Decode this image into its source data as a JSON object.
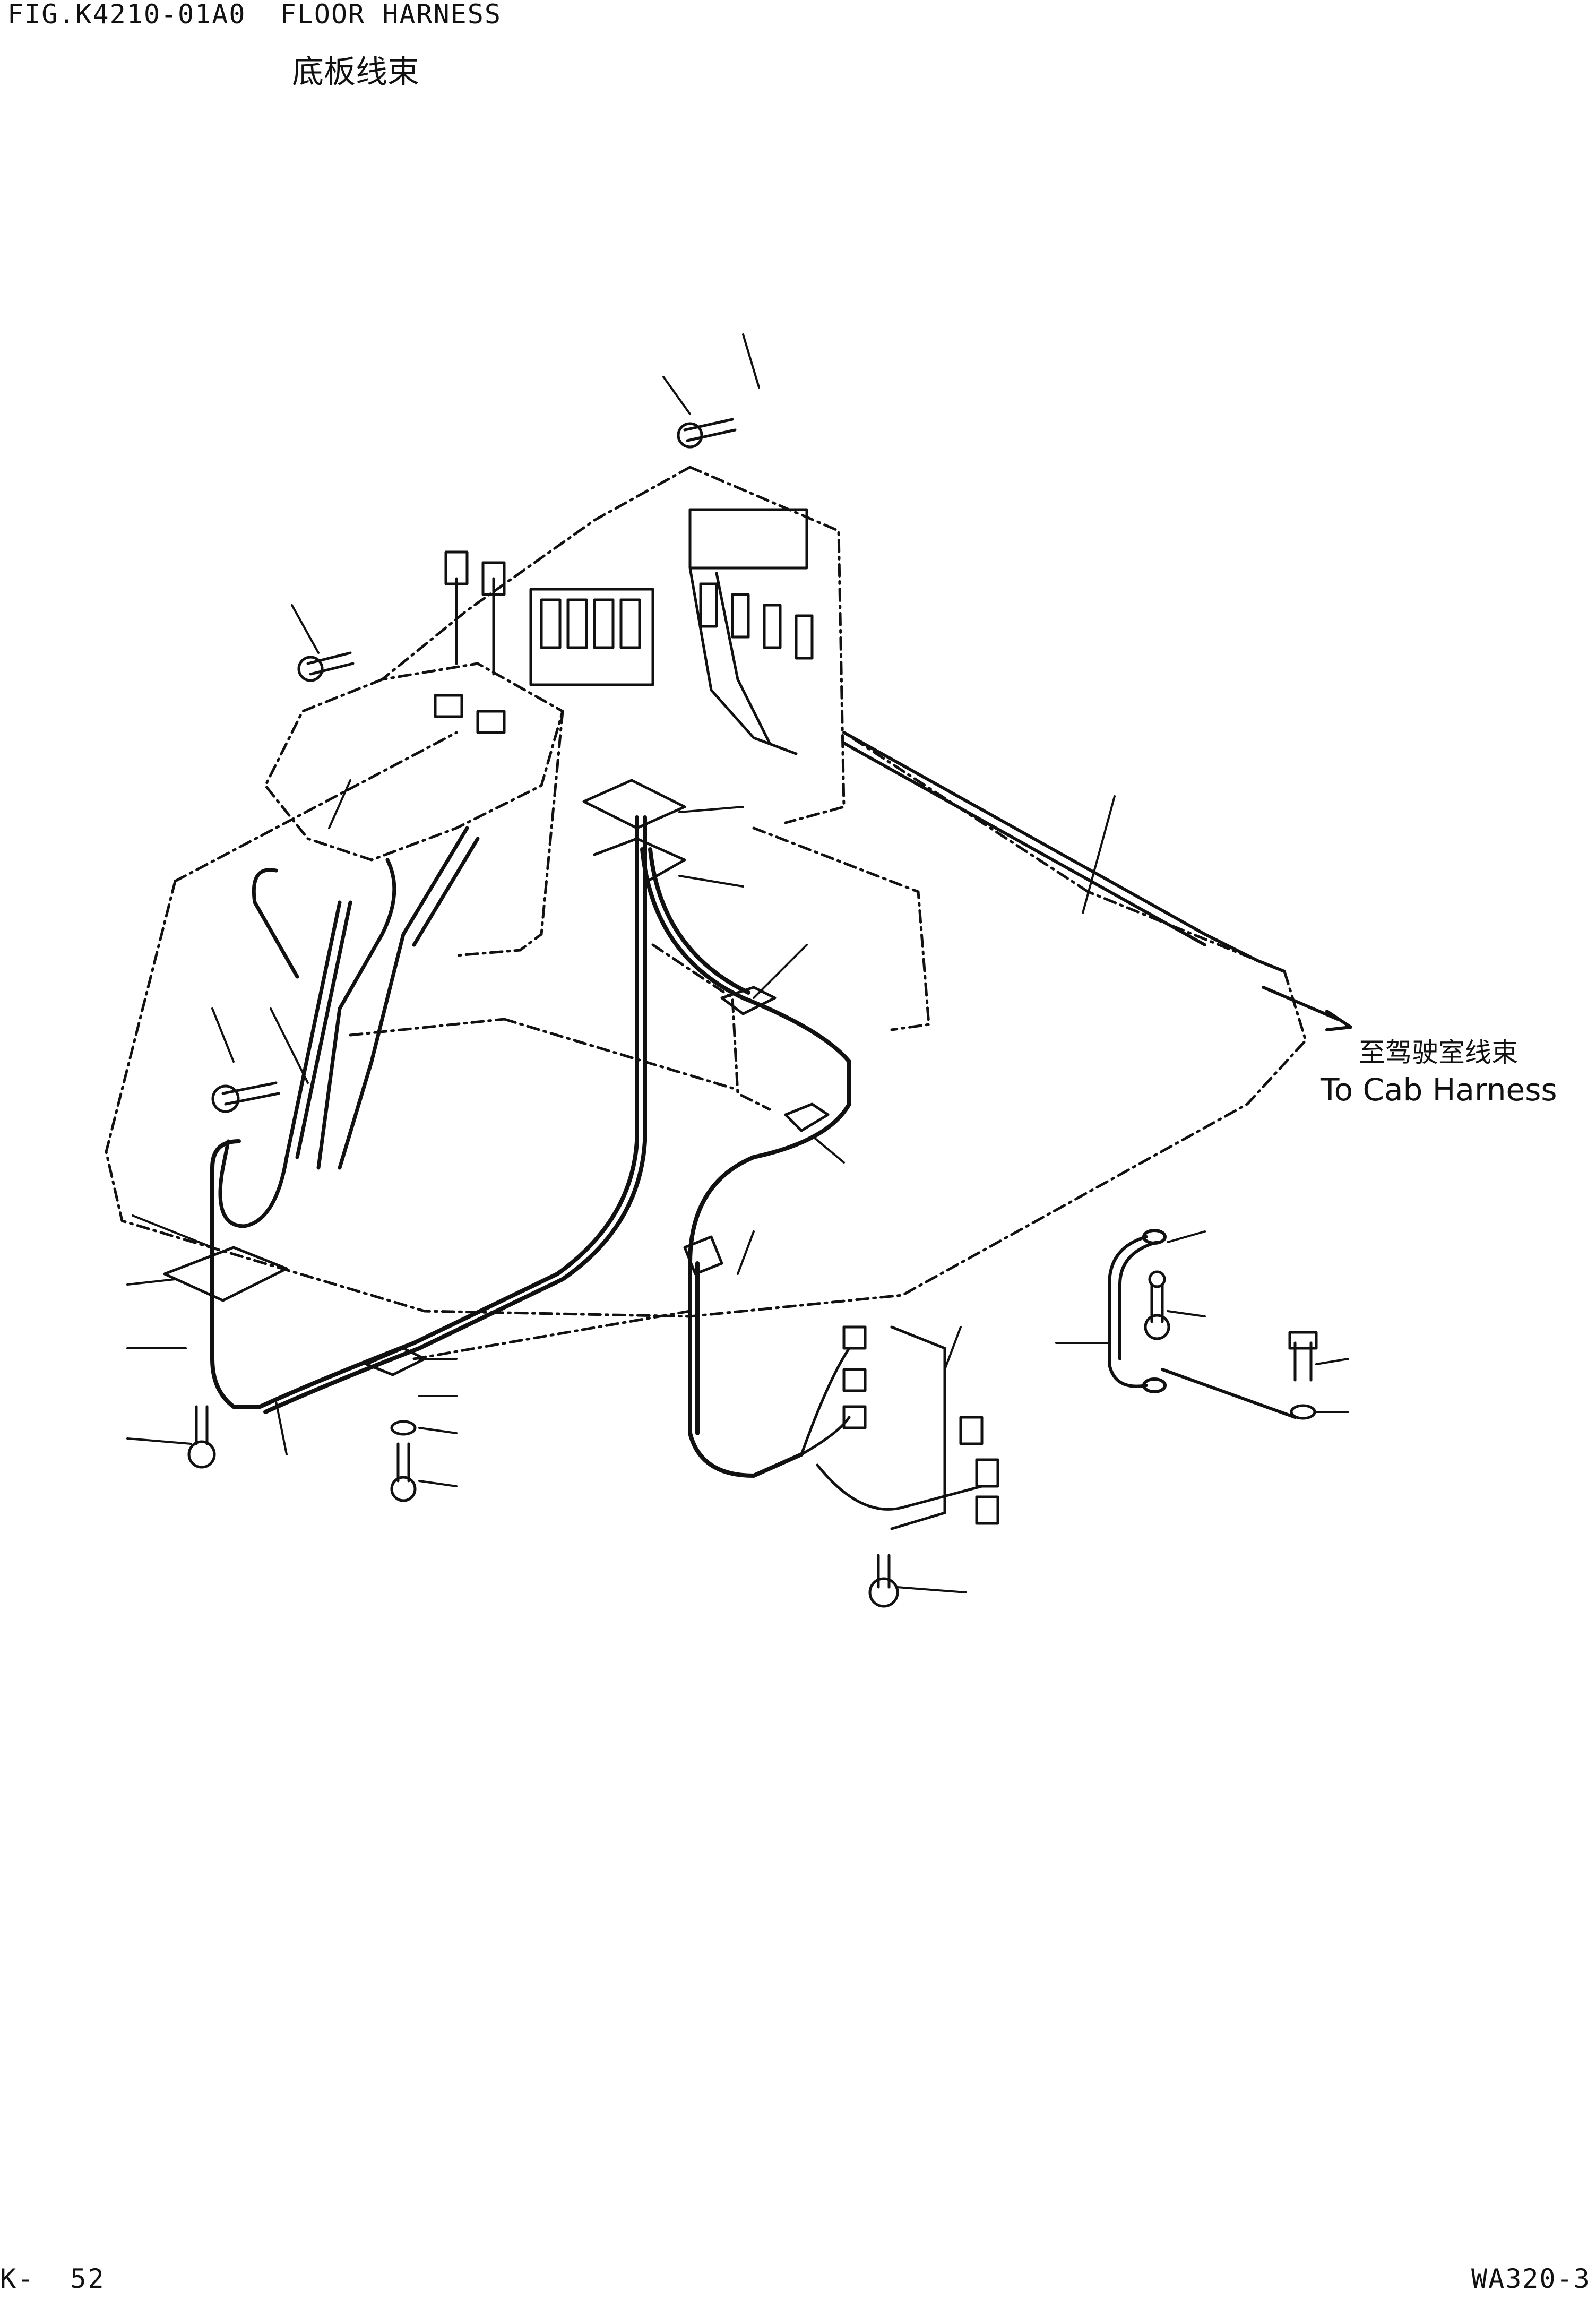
{
  "header": {
    "figure": "FIG.K4210-01A0  FLOOR HARNESS",
    "figure_zh": "底板线束"
  },
  "annotation": {
    "to_cab_zh": "至驾驶室线束",
    "to_cab_en": "To Cab Harness"
  },
  "footer": {
    "page": "K-  52",
    "model": "WA320-3"
  },
  "colors": {
    "ink": "#111111",
    "paper": "#ffffff"
  }
}
